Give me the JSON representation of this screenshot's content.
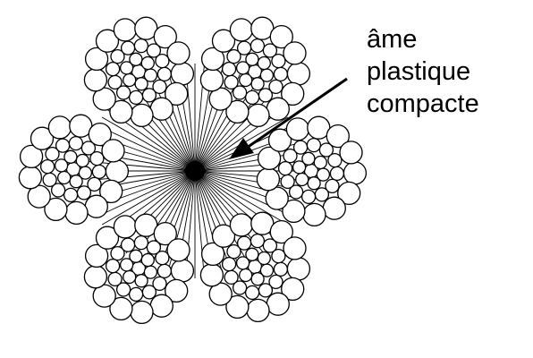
{
  "label": {
    "lines": [
      "âme",
      "plastique",
      "compacte"
    ]
  },
  "colors": {
    "background": "#ffffff",
    "stroke": "#000000",
    "core": "#000000"
  }
}
